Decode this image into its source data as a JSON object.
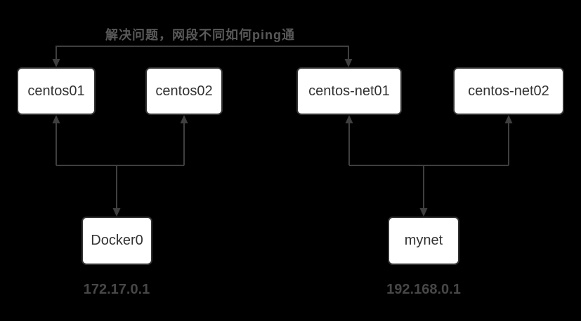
{
  "annotation": {
    "text": "解决问题，网段不同如何ping通"
  },
  "nodes": [
    {
      "id": "centos01",
      "label": "centos01"
    },
    {
      "id": "centos02",
      "label": "centos02"
    },
    {
      "id": "centos-net01",
      "label": "centos-net01"
    },
    {
      "id": "centos-net02",
      "label": "centos-net02"
    },
    {
      "id": "docker0",
      "label": "Docker0"
    },
    {
      "id": "mynet",
      "label": "mynet"
    }
  ],
  "ip_labels": [
    {
      "for": "docker0",
      "text": "172.17.0.1"
    },
    {
      "for": "mynet",
      "text": "192.168.0.1"
    }
  ],
  "edges": [
    {
      "id": "segment-link",
      "connects": [
        "centos01",
        "centos-net01"
      ],
      "arrows": "both-ends"
    },
    {
      "id": "docker0-bridge",
      "connects": [
        "centos01",
        "centos02",
        "Docker0"
      ],
      "arrows": "all-ends"
    },
    {
      "id": "mynet-bridge",
      "connects": [
        "centos-net01",
        "centos-net02",
        "mynet"
      ],
      "arrows": "all-ends"
    }
  ],
  "colors": {
    "background": "#000000",
    "node-fill": "#ffffff",
    "node-border": "#333333",
    "node-text": "#333333",
    "line": "#3f3f3f",
    "annotation-text": "#595959",
    "ip-text": "#474747"
  }
}
